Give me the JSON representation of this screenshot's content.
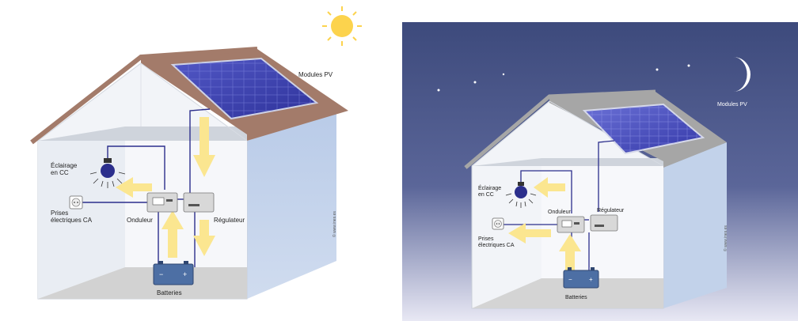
{
  "day": {
    "labels": {
      "modules": "Modules PV",
      "eclairage_1": "Éclairage",
      "eclairage_2": "en CC",
      "prises_1": "Prises",
      "prises_2": "électriques CA",
      "onduleur": "Onduleur",
      "regulateur": "Régulateur",
      "batteries": "Batteries",
      "copyright": "© www.ines.es"
    }
  },
  "night": {
    "labels": {
      "modules": "Modules PV",
      "eclairage_1": "Éclairage",
      "eclairage_2": "en CC",
      "prises_1": "Prises",
      "prises_2": "électriques CA",
      "onduleur": "Onduleur",
      "regulateur": "Régulateur",
      "batteries": "Batteries",
      "copyright": "© www.ines.es"
    }
  },
  "colors": {
    "roof": "#a37b6a",
    "wall_front": "#eef1f7",
    "wall_side": "#c2d2ea",
    "floor": "#d4d4d4",
    "arrow": "#fbe690",
    "panel": "#3a40b0",
    "wire": "#2b2e8c",
    "sun": "#fcd34d",
    "night_sky": "#3d4a7c"
  },
  "icons": [
    "sun-icon",
    "moon-icon",
    "bulb-icon",
    "socket-icon",
    "battery-icon",
    "inverter-icon",
    "regulator-icon",
    "solar-panel-icon",
    "star-icon"
  ]
}
